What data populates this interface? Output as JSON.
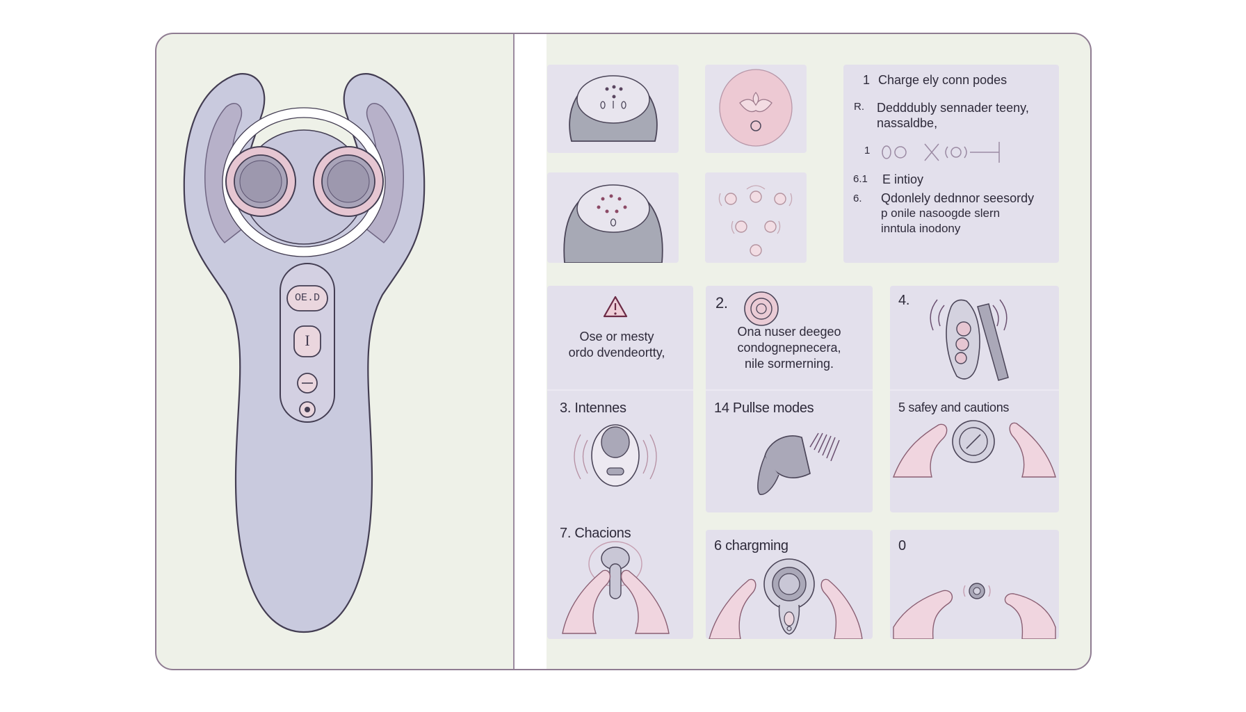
{
  "device": {
    "button_top_label": "OE.D",
    "button_middle_label": "I"
  },
  "info_panel": {
    "item1_number": "1",
    "item1_text": "Charge ely conn podes",
    "item2_marker": "R.",
    "item2_line1": "Dedddubly sennader teeny,",
    "item2_line2": "nassaldbe,",
    "item3_number": "1",
    "item4_number": "6.1",
    "item4_text": "E intioy",
    "item5_number": "6.",
    "item5_line1": "Qdonlely dednnor seesordy",
    "item5_line2": "p onile nasoogde slern",
    "item5_line3": "inntula inodony"
  },
  "steps": {
    "warning_line1": "Ose or mesty",
    "warning_line2": "ordo dvendeortty,",
    "step2_number": "2.",
    "step2_line1": "Ona nuser deegeo",
    "step2_line2": "condognepnecera,",
    "step2_line3": "nile sormerning.",
    "step4_number": "4.",
    "step3_label": "3.  Intennes",
    "step14_label": "14  Pullse modes",
    "step5_label": "5   safey and cautions",
    "step7_label": "7.  Chacions",
    "step6_label": "6   chargming",
    "step0_label": "0"
  },
  "colors": {
    "page_background": "#eef1e8",
    "device_body": "#c9cade",
    "device_outline": "#433d52",
    "accent_pink": "#e8c7d2",
    "tile_background": "#e3e0ec"
  }
}
